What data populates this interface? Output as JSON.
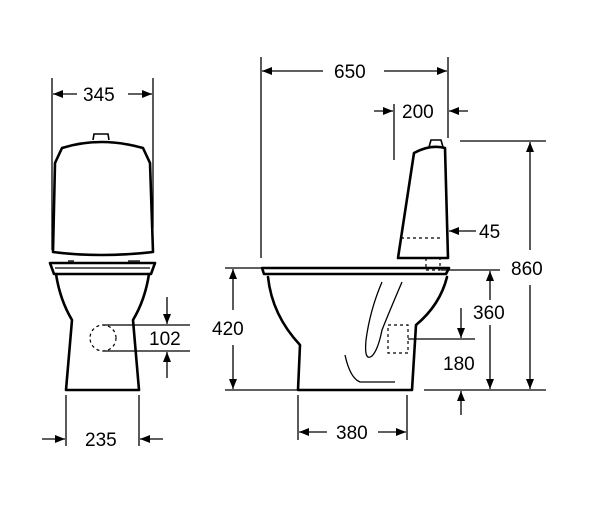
{
  "dimensions": {
    "front_width": "345",
    "front_base_width": "235",
    "front_outlet_height": "102",
    "side_depth": "650",
    "cistern_depth": "200",
    "cistern_gap": "45",
    "total_height": "860",
    "seat_height": "420",
    "inlet_height": "360",
    "outlet_height": "180",
    "base_depth": "380"
  }
}
